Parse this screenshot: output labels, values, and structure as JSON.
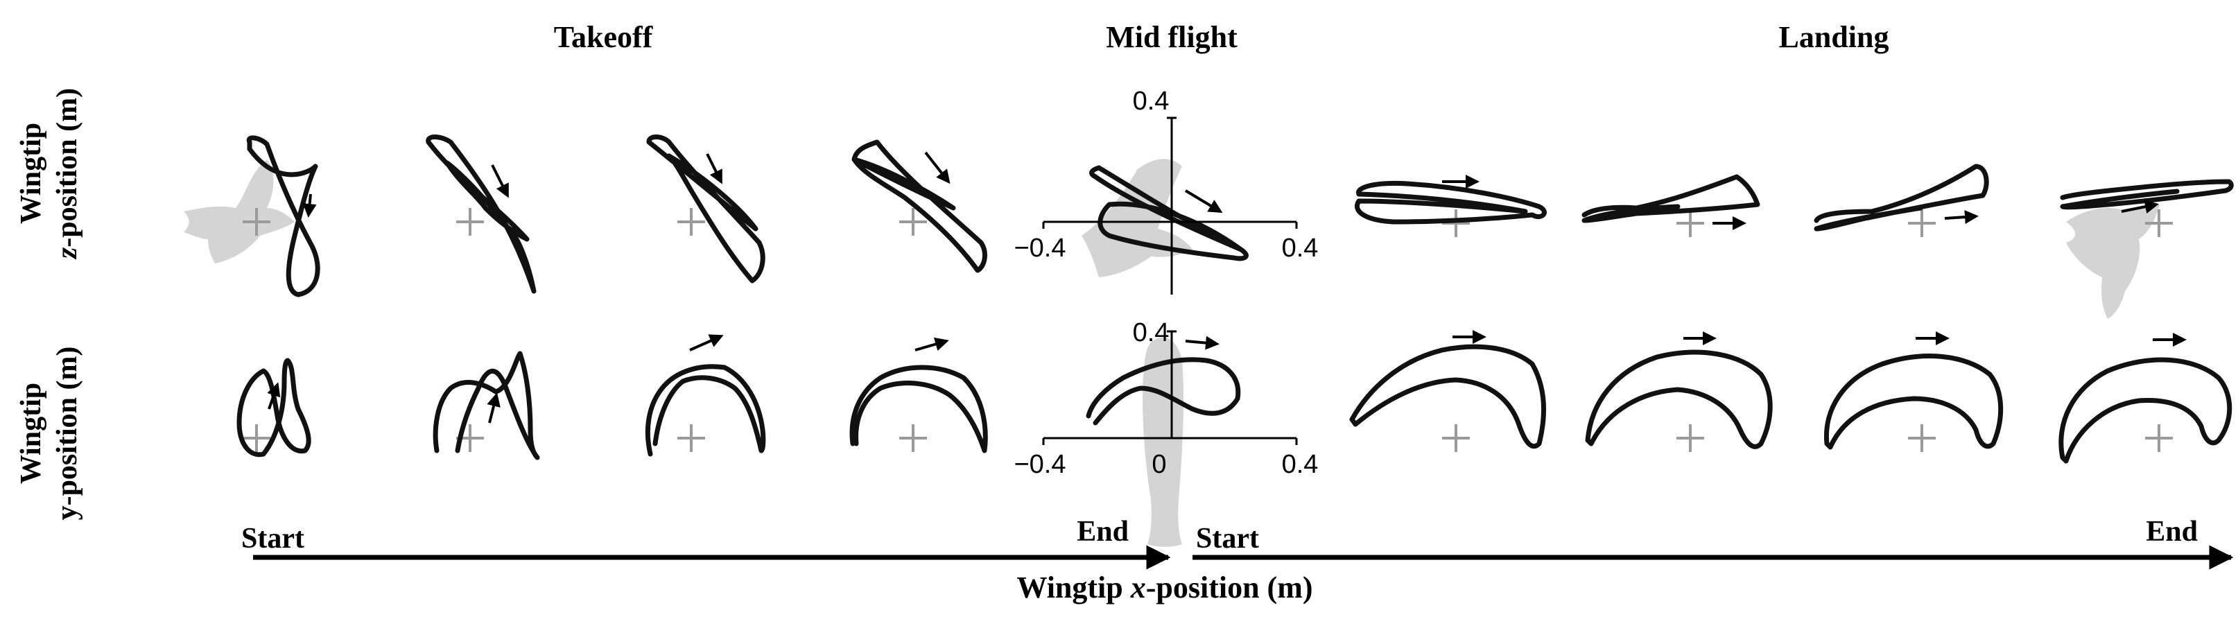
{
  "phases": {
    "takeoff": "Takeoff",
    "mid_flight": "Mid flight",
    "landing": "Landing"
  },
  "row_labels": {
    "top_line1": "Wingtip",
    "top_line2_italic": "z",
    "top_line2_rest": "-position (m)",
    "bottom_line1": "Wingtip",
    "bottom_line2": "y-position (m)"
  },
  "bottom_axis": {
    "label_prefix": "Wingtip ",
    "label_italic": "x",
    "label_suffix": "-position (m)",
    "start_left": "Start",
    "end_left": "End",
    "start_right": "Start",
    "end_right": "End"
  },
  "mid_axes": {
    "top": {
      "y_max": "0.4",
      "x_min": "−0.4",
      "x_max": "0.4"
    },
    "bottom": {
      "y_max": "0.4",
      "x_min": "−0.4",
      "x_zero": "0",
      "x_max": "0.4"
    }
  },
  "colors": {
    "trace": "#111111",
    "marker": "#9a9a9a",
    "silhouette": "#d4d4d4"
  },
  "icons": [
    "pigeon-silhouette-icon",
    "cross-marker-icon",
    "direction-arrow-icon"
  ]
}
